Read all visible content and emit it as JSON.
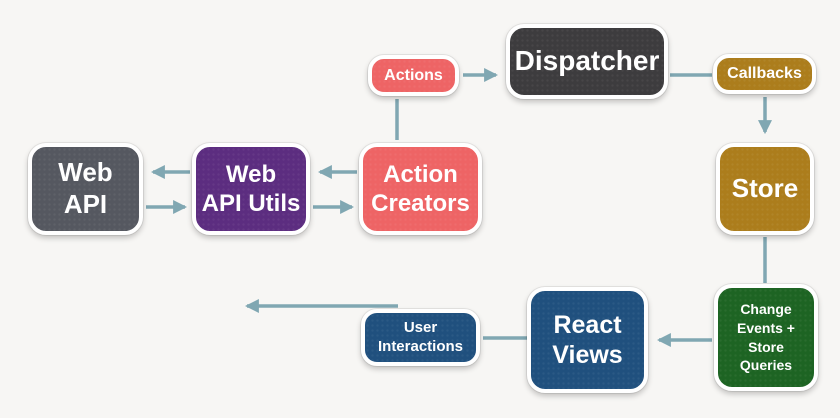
{
  "background_color": "#f7f6f4",
  "connector_color": "#80a7b2",
  "nodes": {
    "web_api": {
      "label": "Web\nAPI",
      "color": "#555860"
    },
    "web_api_utils": {
      "label": "Web\nAPI Utils",
      "color": "#5c2d80"
    },
    "action_creators": {
      "label": "Action\nCreators",
      "color": "#ee6465"
    },
    "actions": {
      "label": "Actions",
      "color": "#ee6465"
    },
    "dispatcher": {
      "label": "Dispatcher",
      "color": "#3d3c3e"
    },
    "callbacks": {
      "label": "Callbacks",
      "color": "#ac7d1c"
    },
    "store": {
      "label": "Store",
      "color": "#ac7d1c"
    },
    "change_events": {
      "label": "Change\nEvents +\nStore\nQueries",
      "color": "#1d6423"
    },
    "react_views": {
      "label": "React\nViews",
      "color": "#20507e"
    },
    "user_interactions": {
      "label": "User\nInteractions",
      "color": "#20507e"
    }
  },
  "edges": [
    {
      "from": "Actions",
      "to": "Dispatcher",
      "style": "arrow"
    },
    {
      "from": "Action Creators",
      "to": "Actions",
      "style": "line"
    },
    {
      "from": "Dispatcher",
      "to": "Callbacks",
      "style": "line"
    },
    {
      "from": "Callbacks",
      "to": "Store",
      "style": "arrow"
    },
    {
      "from": "Store",
      "to": "Change Events + Store Queries",
      "style": "line"
    },
    {
      "from": "Change Events + Store Queries",
      "to": "React Views",
      "style": "arrow"
    },
    {
      "from": "React Views",
      "to": "User Interactions",
      "style": "line"
    },
    {
      "from": "User Interactions",
      "to": "Action Creators",
      "style": "arrow"
    },
    {
      "from": "Web API Utils",
      "to": "Web API",
      "style": "arrow"
    },
    {
      "from": "Web API",
      "to": "Web API Utils",
      "style": "arrow"
    },
    {
      "from": "Action Creators",
      "to": "Web API Utils",
      "style": "arrow"
    },
    {
      "from": "Web API Utils",
      "to": "Action Creators",
      "style": "arrow"
    }
  ]
}
